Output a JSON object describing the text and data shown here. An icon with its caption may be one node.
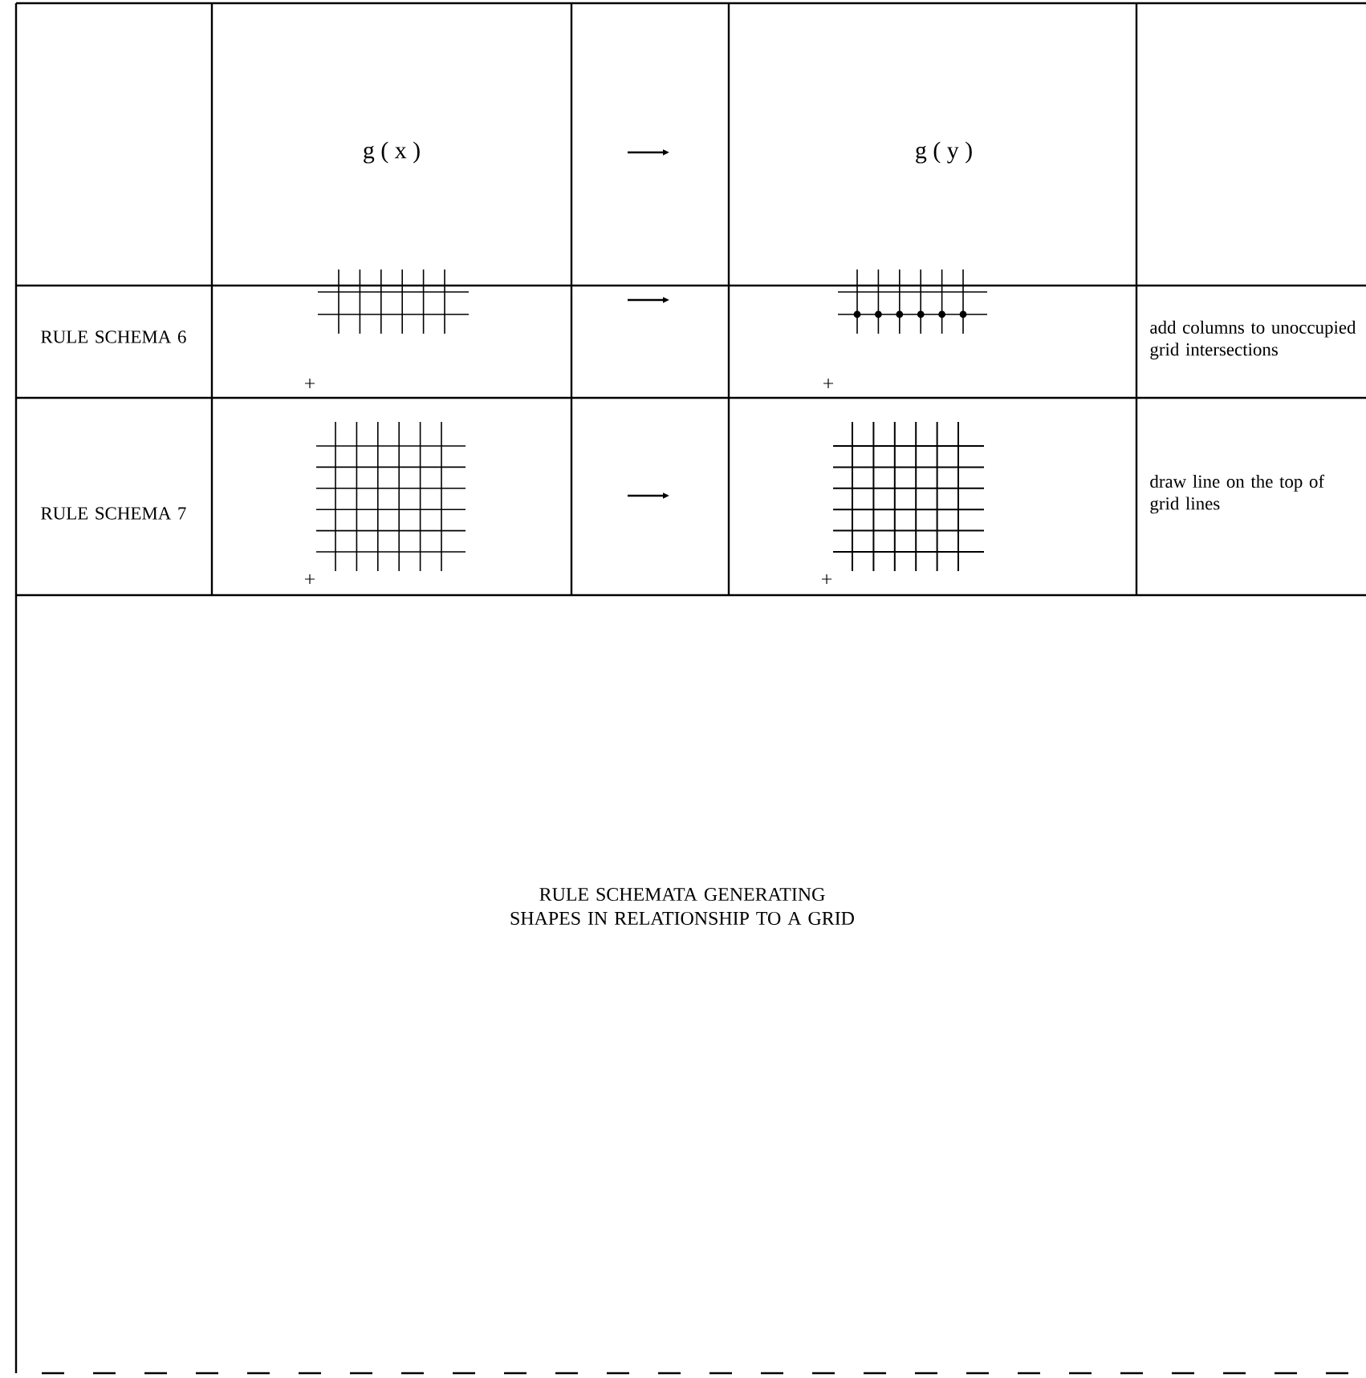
{
  "diagram": {
    "caption": "RULE SCHEMATA GENERATING SHAPES IN RELATIONSHIP TO A GRID",
    "labels": [
      "g ( x )",
      "g ( y )",
      "RULE SCHEMA 6",
      "add columns to unoccupied grid intersections",
      "RULE SCHEMA 7",
      "draw line on the top of grid lines"
    ]
  }
}
